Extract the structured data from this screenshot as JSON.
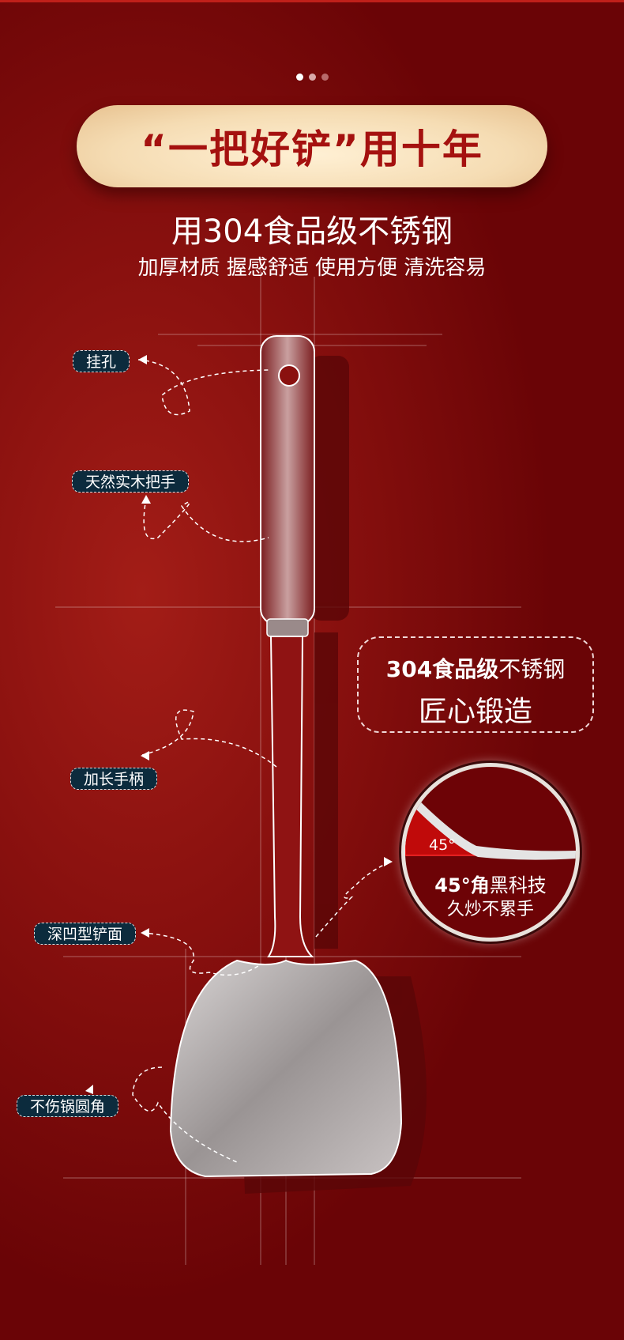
{
  "carousel": {
    "count": 3,
    "active": 0
  },
  "headline": "“一把好铲”用十年",
  "subtitle": "用304食品级不锈钢",
  "features": "加厚材质 握感舒适 使用方便 清洗容易",
  "labels": {
    "hole": "挂孔",
    "handle": "天然实木把手",
    "long_handle": "加长手柄",
    "deep_face": "深凹型铲面",
    "round_corner": "不伤锅圆角"
  },
  "material_box": {
    "bold": "304食品级",
    "normal": "不锈钢",
    "line2": "匠心锻造"
  },
  "angle_circle": {
    "angle": "45°",
    "bold": "45°角",
    "normal": "黑科技",
    "line2": "久炒不累手"
  },
  "colors": {
    "background": "#8a110f",
    "headline": "#a5110f",
    "label_bg": "#0c2b3d"
  }
}
